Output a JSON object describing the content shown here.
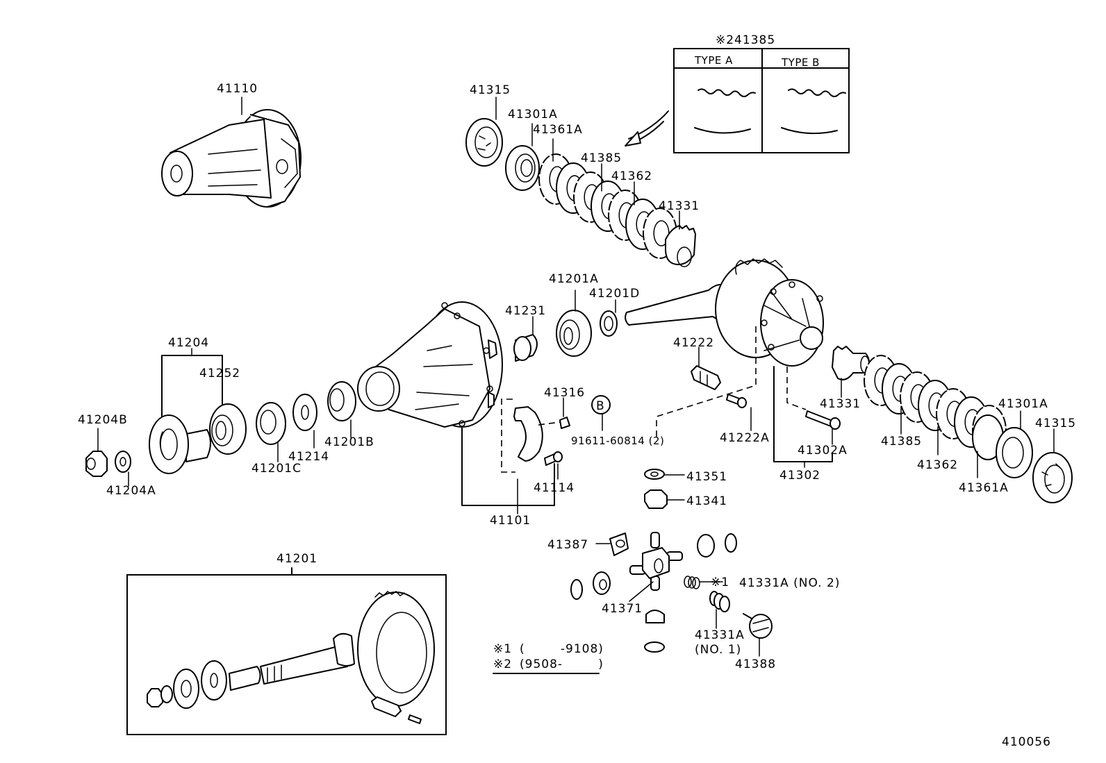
{
  "diagram": {
    "type": "exploded-parts-diagram",
    "subject": "Rear differential carrier assembly",
    "figure_number": "410056",
    "inset_type_panel": {
      "title": "※241385",
      "columns": [
        "TYPE  A",
        "TYPE  B"
      ]
    },
    "notes": [
      {
        "mark": "※1",
        "text": "(        -9108)"
      },
      {
        "mark": "※2",
        "text": "(9508-        )"
      }
    ],
    "circle_ref": "B",
    "labels": {
      "p41110": "41110",
      "p41315_top": "41315",
      "p41301A_top": "41301A",
      "p41361A_top": "41361A",
      "p41385_top": "41385",
      "p41362_top": "41362",
      "p41331_top": "41331",
      "p41204": "41204",
      "p41252": "41252",
      "p41204B": "41204B",
      "p41204A": "41204A",
      "p41201C": "41201C",
      "p41214": "41214",
      "p41201B": "41201B",
      "p41231": "41231",
      "p41201A": "41201A",
      "p41201D": "41201D",
      "p41316": "41316",
      "p91611": "91611-60814 (2)",
      "p41114": "41114",
      "p41101": "41101",
      "p41222": "41222",
      "p41222A": "41222A",
      "p41302A": "41302A",
      "p41302": "41302",
      "p41351": "41351",
      "p41341": "41341",
      "p41331_right": "41331",
      "p41385_right": "41385",
      "p41362_right": "41362",
      "p41361A_right": "41361A",
      "p41301A_right": "41301A",
      "p41315_right": "41315",
      "p41387": "41387",
      "p41371": "41371",
      "p41331A_no2_mark": "※1",
      "p41331A_no2": "41331A  (NO. 2)",
      "p41331A_no1": "41331A",
      "p41331A_no1_sub": "(NO. 1)",
      "p41388": "41388",
      "p41201": "41201"
    }
  }
}
